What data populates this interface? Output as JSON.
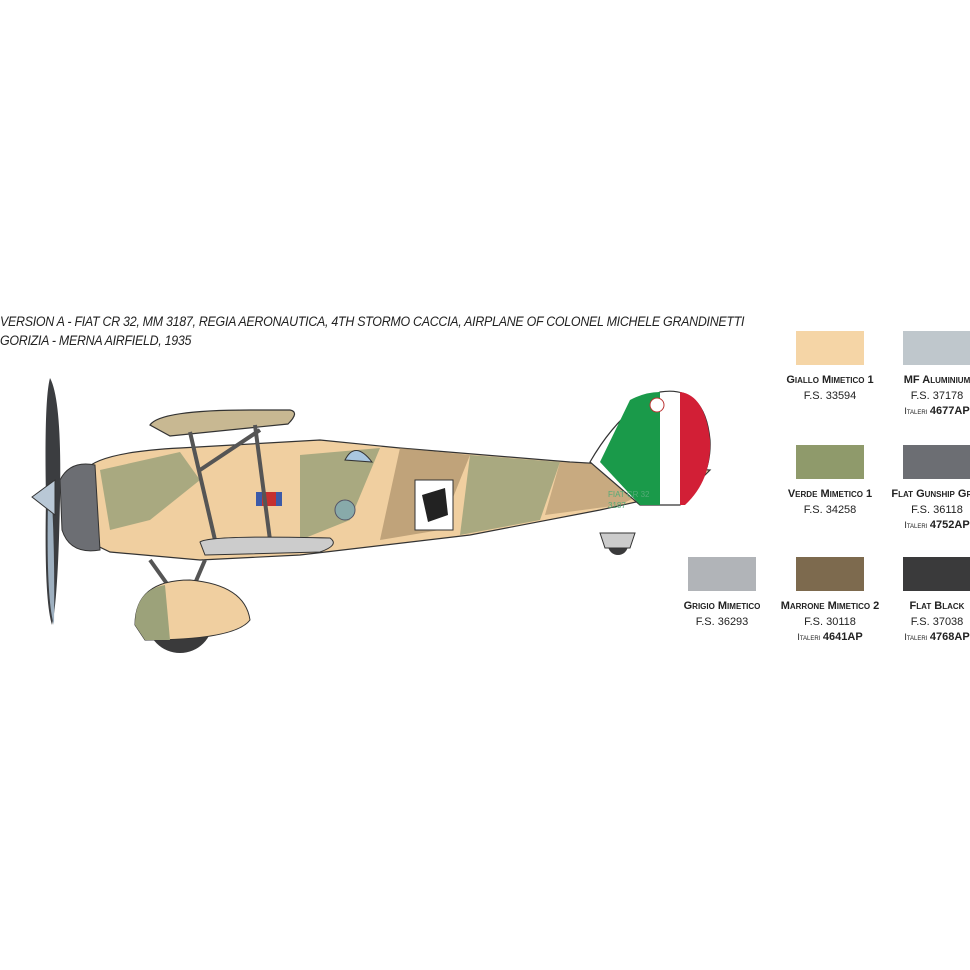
{
  "caption": {
    "line1": "VERSION A - FIAT CR 32, MM 3187, REGIA AERONAUTICA, 4TH STORMO CACCIA, AIRPLANE OF COLONEL MICHELE GRANDINETTI",
    "line2": "GORIZIA - MERNA AIRFIELD, 1935"
  },
  "aircraft": {
    "fuselage_marking": "FIAT CR 32",
    "serial": "3187"
  },
  "swatches": [
    {
      "name": "Giallo Mimetico 1",
      "fs": "F.S. 33594",
      "italeri_prefix": "",
      "italeri_code": "",
      "color": "#f5d5a6"
    },
    {
      "name": "MF Aluminium",
      "fs": "F.S. 37178",
      "italeri_prefix": "Italeri",
      "italeri_code": "4677AP",
      "color": "#bfc7cc"
    },
    {
      "name": "Verde Mimetico 1",
      "fs": "F.S. 34258",
      "italeri_prefix": "",
      "italeri_code": "",
      "color": "#8f9a6b"
    },
    {
      "name": "Flat Gunship Gray",
      "fs": "F.S. 36118",
      "italeri_prefix": "Italeri",
      "italeri_code": "4752AP",
      "color": "#6c6e73"
    },
    {
      "name": "Grigio Mimetico",
      "fs": "F.S. 36293",
      "italeri_prefix": "",
      "italeri_code": "",
      "color": "#b1b4b8"
    },
    {
      "name": "Marrone Mimetico 2",
      "fs": "F.S. 30118",
      "italeri_prefix": "Italeri",
      "italeri_code": "4641AP",
      "color": "#7d6a4e"
    },
    {
      "name": "Flat Black",
      "fs": "F.S. 37038",
      "italeri_prefix": "Italeri",
      "italeri_code": "4768AP",
      "color": "#3a3a3b"
    }
  ]
}
